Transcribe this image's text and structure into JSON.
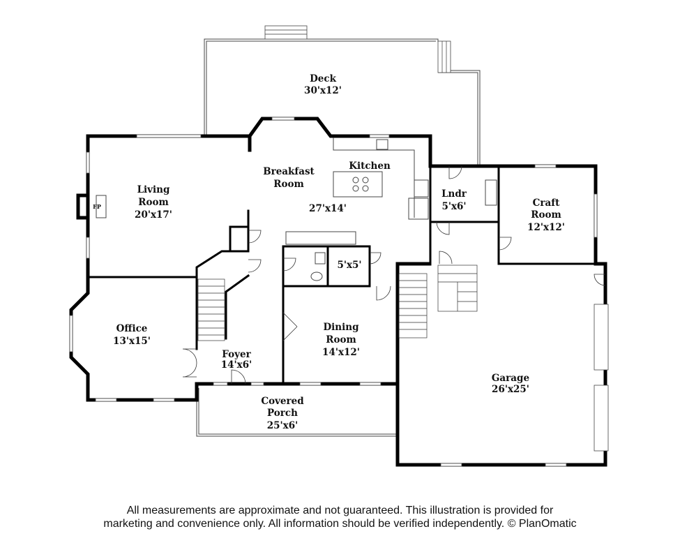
{
  "rooms": {
    "deck": {
      "name": "Deck",
      "size": "30'x12'"
    },
    "breakfast": {
      "name_line1": "Breakfast",
      "name_line2": "Room"
    },
    "kitchen": {
      "name": "Kitchen",
      "size": "27'x14'"
    },
    "living": {
      "name_line1": "Living",
      "name_line2": "Room",
      "size": "20'x17'"
    },
    "fireplace": {
      "label": "FP"
    },
    "laundry": {
      "name": "Lndr",
      "size": "5'x6'"
    },
    "craft": {
      "name_line1": "Craft",
      "name_line2": "Room",
      "size": "12'x12'"
    },
    "bath": {
      "size": "5'x5'"
    },
    "office": {
      "name": "Office",
      "size": "13'x15'"
    },
    "foyer": {
      "name": "Foyer",
      "size": "14'x6'"
    },
    "dining": {
      "name_line1": "Dining",
      "name_line2": "Room",
      "size": "14'x12'"
    },
    "garage": {
      "name": "Garage",
      "size": "26'x25'"
    },
    "porch": {
      "name_line1": "Covered",
      "name_line2": "Porch",
      "size": "25'x6'"
    }
  },
  "disclaimer": {
    "line1": "All measurements are approximate and not guaranteed. This illustration is provided for",
    "line2": "marketing and convenience only. All information should be verified independently. © PlanOmatic"
  }
}
